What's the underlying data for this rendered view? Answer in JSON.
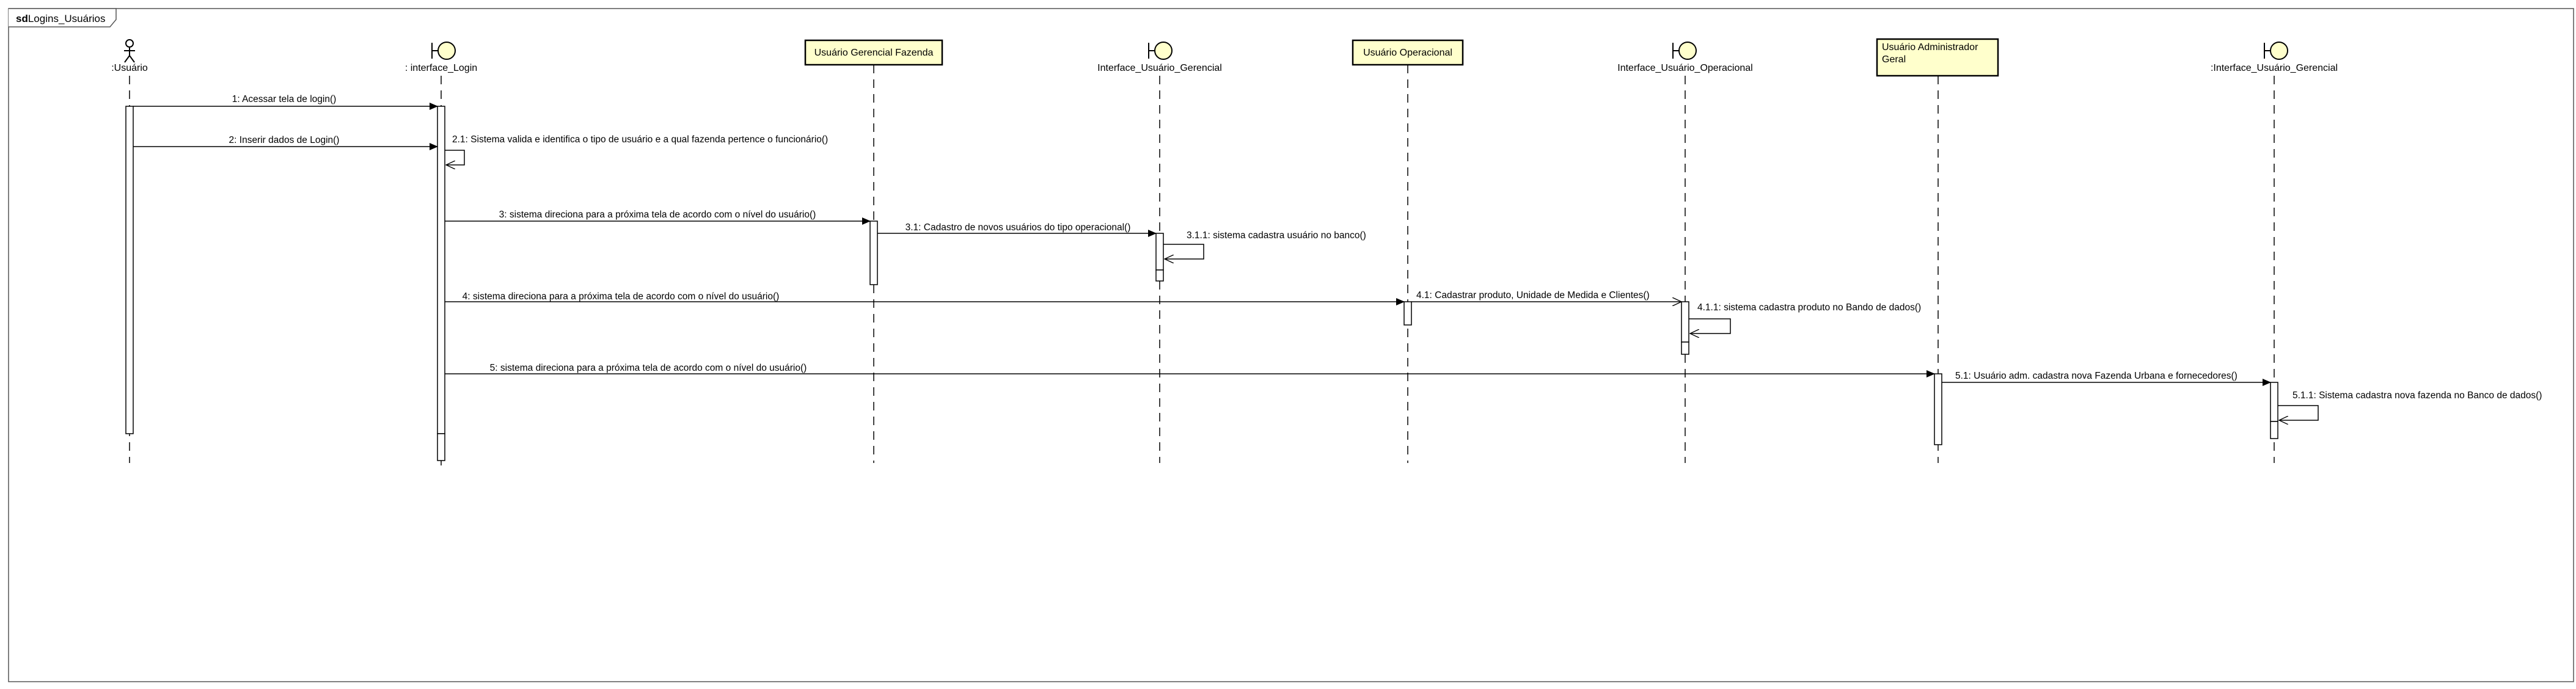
{
  "frame": {
    "keyword": "sd",
    "name": "Logins_Usuários"
  },
  "lifelines": [
    {
      "id": "usuario",
      "kind": "actor",
      "label": ":Usuário"
    },
    {
      "id": "interface_login",
      "kind": "boundary",
      "label": ": interface_Login"
    },
    {
      "id": "ger_fazenda",
      "kind": "object",
      "label": "Usuário Gerencial Fazenda"
    },
    {
      "id": "iface_ger_1",
      "kind": "boundary",
      "label": "Interface_Usuário_Gerencial"
    },
    {
      "id": "operacional",
      "kind": "object",
      "label": "Usuário Operacional"
    },
    {
      "id": "iface_oper",
      "kind": "boundary",
      "label": "Interface_Usuário_Operacional"
    },
    {
      "id": "admin_geral",
      "kind": "object",
      "label": "Usuário Administrador Geral"
    },
    {
      "id": "iface_ger_2",
      "kind": "boundary",
      "label": ":Interface_Usuário_Gerencial"
    }
  ],
  "messages": [
    {
      "id": "m1",
      "label": "1: Acessar tela de login()",
      "from": "usuario",
      "to": "interface_login",
      "type": "sync"
    },
    {
      "id": "m2",
      "label": "2: Inserir dados de Login()",
      "from": "usuario",
      "to": "interface_login",
      "type": "sync"
    },
    {
      "id": "m21",
      "label": "2.1: Sistema valida e identifica o tipo de usuário e a qual fazenda pertence o funcionário()",
      "from": "interface_login",
      "to": "interface_login",
      "type": "self"
    },
    {
      "id": "m3",
      "label": "3: sistema direciona para a próxima tela de acordo com o nível do usuário()",
      "from": "interface_login",
      "to": "ger_fazenda",
      "type": "sync"
    },
    {
      "id": "m31",
      "label": "3.1: Cadastro de novos usuários do tipo operacional()",
      "from": "ger_fazenda",
      "to": "iface_ger_1",
      "type": "sync"
    },
    {
      "id": "m311",
      "label": "3.1.1: sistema cadastra usuário no banco()",
      "from": "iface_ger_1",
      "to": "iface_ger_1",
      "type": "self"
    },
    {
      "id": "m4",
      "label": "4: sistema direciona para a próxima tela de acordo com o nível do usuário()",
      "from": "interface_login",
      "to": "operacional",
      "type": "sync"
    },
    {
      "id": "m41",
      "label": "4.1: Cadastrar produto, Unidade de Medida e Clientes()",
      "from": "operacional",
      "to": "iface_oper",
      "type": "async"
    },
    {
      "id": "m411",
      "label": "4.1.1: sistema cadastra produto no Bando de dados()",
      "from": "iface_oper",
      "to": "iface_oper",
      "type": "self"
    },
    {
      "id": "m5",
      "label": "5: sistema direciona para a próxima tela de acordo com o nível do usuário()",
      "from": "interface_login",
      "to": "admin_geral",
      "type": "sync"
    },
    {
      "id": "m51",
      "label": "5.1: Usuário adm. cadastra nova Fazenda Urbana e fornecedores()",
      "from": "admin_geral",
      "to": "iface_ger_2",
      "type": "sync"
    },
    {
      "id": "m511",
      "label": "5.1.1: Sistema cadastra nova fazenda no Banco de dados()",
      "from": "iface_ger_2",
      "to": "iface_ger_2",
      "type": "self"
    }
  ]
}
